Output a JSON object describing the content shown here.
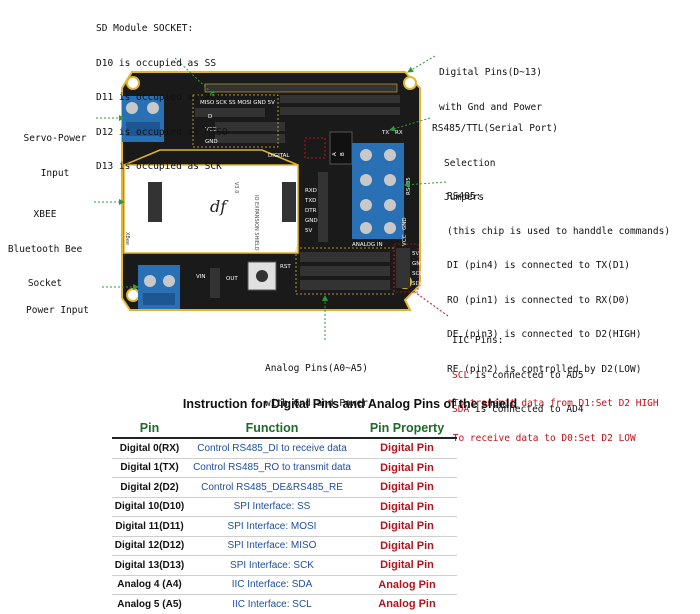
{
  "callouts": {
    "sd_module": {
      "title": "SD Module SOCKET:",
      "lines": [
        "D10 is occupied as SS",
        "D11 is occupied as MOSI",
        "D12 is occupied as MISO",
        "D13 is occupied as SCK"
      ]
    },
    "digital_pins": [
      "Digital Pins(D~13)",
      "with Gnd and Power"
    ],
    "servo_power": [
      "Servo-Power",
      "Input"
    ],
    "rs485_ttl": [
      "RS485/TTL(Serial Port)",
      "Selection",
      "Jumpers"
    ],
    "xbee": [
      "XBEE",
      "Bluetooth Bee",
      "Socket"
    ],
    "rs485": {
      "title": "RS485:",
      "lines": [
        "(this chip is used to handdle commands)",
        "DI (pin4) is connected to TX(D1)",
        "RO (pin1) is connected to RX(D0)",
        "DE (pin3) is connected to D2(HIGH)",
        "RE (pin2) is controlled by D2(LOW)"
      ],
      "red_lines": [
        "*To transmit data from D1:Set D2 HIGH",
        " To receive data to D0:Set D2 LOW"
      ]
    },
    "power_input": "Power Input",
    "analog_pins": [
      "Analog Pins(A0~A5)",
      "with Gnd and Power"
    ],
    "iic": {
      "title": "IIC Pins:",
      "lines": [
        {
          "key": "SCL",
          "rest": " is connected to AD5"
        },
        {
          "key": "SDA",
          "rest": " is connected to AD4"
        }
      ]
    }
  },
  "board": {
    "sd_header": "MISO SCK SS MOSI GND 5V",
    "labels": {
      "d": "D",
      "vcc": "VCC",
      "gnd": "GND",
      "digital": "DIGITAL",
      "rs485": "RS485",
      "analog_in": "ANALOG IN",
      "tx": "TX",
      "rx": "RX",
      "vin": "VIN",
      "out": "OUT",
      "rst": "RST",
      "dflogo": "df",
      "ver": "V3.0",
      "board_name": "IO EXPANSION SHIELD",
      "xbee_mark": "XBee",
      "a_side": "A",
      "b_side": "B",
      "gnd_side": "GND",
      "vcc_side": "VCC",
      "iic_5v": "5V",
      "iic_gnd": "GND",
      "iic_scl": "SCL",
      "iic_sda": "SDA",
      "xbee_pins": [
        "RXD",
        "TXD",
        "DTR",
        "GND",
        "5V"
      ]
    }
  },
  "table": {
    "title": "Instruction for Digital Pins and Analog Pins of the shield",
    "headers": {
      "pin": "Pin",
      "function": "Function",
      "property": "Pin Property"
    },
    "rows": [
      {
        "pin": "Digital 0(RX)",
        "function": "Control RS485_DI to receive data",
        "property": "Digital Pin"
      },
      {
        "pin": "Digital 1(TX)",
        "function": "Control RS485_RO to transmit data",
        "property": "Digital Pin"
      },
      {
        "pin": "Digital 2(D2)",
        "function": "Control RS485_DE&RS485_RE",
        "property": "Digital Pin"
      },
      {
        "pin": "Digital 10(D10)",
        "function": "SPI Interface: SS",
        "property": "Digital Pin"
      },
      {
        "pin": "Digital 11(D11)",
        "function": "SPI Interface: MOSI",
        "property": "Digital Pin"
      },
      {
        "pin": "Digital 12(D12)",
        "function": "SPI Interface: MISO",
        "property": "Digital Pin"
      },
      {
        "pin": "Digital 13(D13)",
        "function": "SPI Interface: SCK",
        "property": "Digital Pin"
      },
      {
        "pin": "Analog 4 (A4)",
        "function": "IIC Interface: SDA",
        "property": "Analog Pin"
      },
      {
        "pin": "Analog 5 (A5)",
        "function": "IIC Interface: SCL",
        "property": "Analog Pin"
      }
    ]
  },
  "colors": {
    "pcb": "#1a1a1a",
    "pcb_edge": "#e0b530",
    "terminal": "#2a70b5",
    "arrow": "#2e9a3a",
    "red_text": "#c0121a"
  }
}
